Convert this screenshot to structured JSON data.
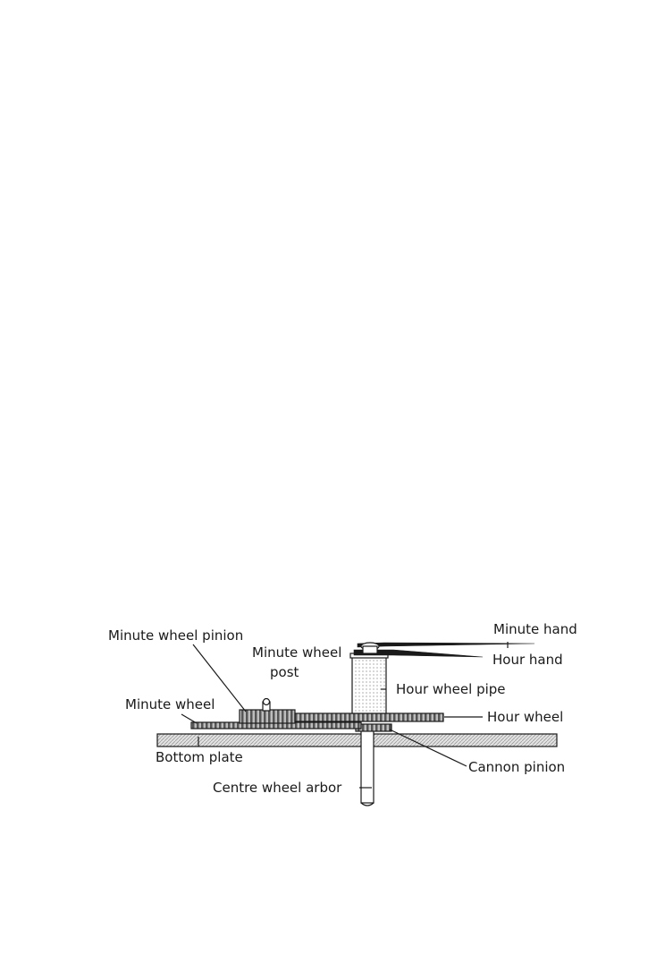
{
  "labels": {
    "minute_wheel_pinion": "Minute wheel pinion",
    "minute_wheel_post_line1": "Minute wheel",
    "minute_wheel_post_line2": "post",
    "minute_wheel": "Minute wheel",
    "bottom_plate": "Bottom plate",
    "centre_wheel_arbor": "Centre wheel arbor",
    "minute_hand": "Minute hand",
    "hour_hand": "Hour hand",
    "hour_wheel_pipe": "Hour wheel pipe",
    "hour_wheel": "Hour wheel",
    "cannon_pinion": "Cannon pinion"
  },
  "colors": {
    "ink": "#1a1a1a",
    "plate_fill": "#d9d9d9",
    "gear_fill": "#8c8c8c",
    "paper": "#ffffff"
  }
}
